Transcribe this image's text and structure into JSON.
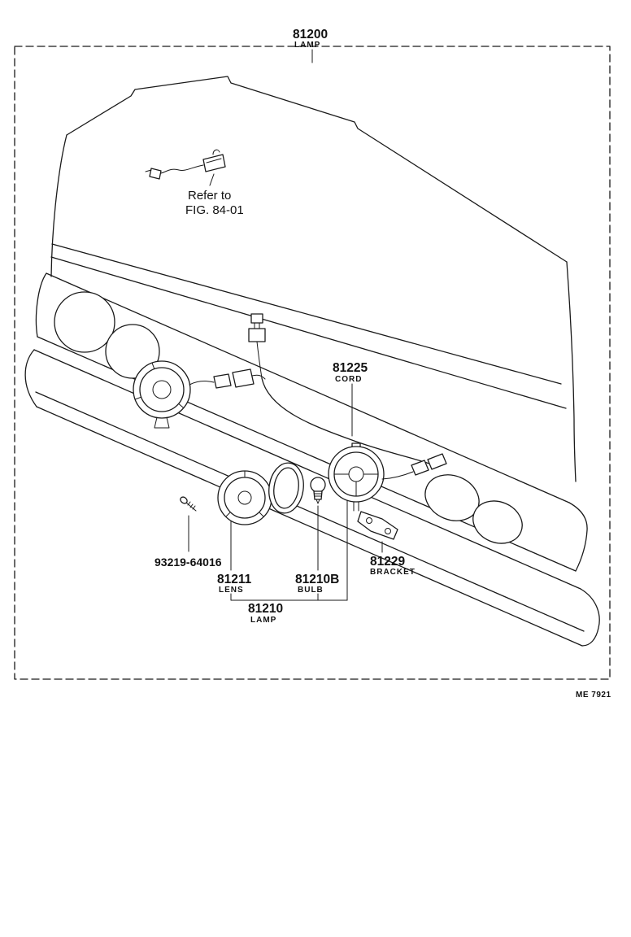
{
  "page": {
    "background": "#ffffff",
    "line_color": "#1a1a1a"
  },
  "diagram": {
    "figure_code": "ME 7921",
    "note": {
      "line1": "Refer to",
      "line2": "FIG. 84-01"
    },
    "assembly": {
      "number": "81200",
      "name": "LAMP"
    },
    "parts": {
      "cord": {
        "number": "81225",
        "name": "CORD"
      },
      "screw": {
        "number": "93219-64016"
      },
      "lens": {
        "number": "81211",
        "name": "LENS"
      },
      "bulb": {
        "number": "81210B",
        "name": "BULB"
      },
      "lamp": {
        "number": "81210",
        "name": "LAMP"
      },
      "bracket": {
        "number": "81229",
        "name": "BRACKET"
      }
    }
  }
}
